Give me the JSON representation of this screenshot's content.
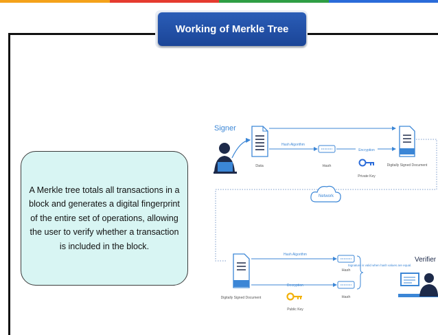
{
  "title": "Working of Merkle Tree",
  "description": "A Merkle tree totals all transactions in a block and generates a digital fingerprint of the entire set of operations, allowing the user to verify whether a transaction is included in the block.",
  "colors": {
    "top_stripe": [
      "#f4a21a",
      "#e53b2f",
      "#2f9e44",
      "#2a6bd9"
    ],
    "title_bg": "#1f4ea3",
    "desc_bg": "#d8f5f3",
    "diagram_blue": "#3b86d6",
    "key_private": "#2a6bd9",
    "key_public": "#f2b10a"
  },
  "diagram": {
    "signer_label": "Signer",
    "verifier_label": "Verifier",
    "data_label": "Data",
    "hash_algorithm_label": "Hash Algorithm",
    "hash_label": "Hash",
    "encryption_label": "Encryption",
    "private_key_label": "Private Key",
    "signed_doc_label": "Digitally Signed Document",
    "network_label": "Network",
    "decryption_label": "Decryption",
    "public_key_label": "Public Key",
    "signature_note": "Signature is valid when hash values are equal."
  }
}
